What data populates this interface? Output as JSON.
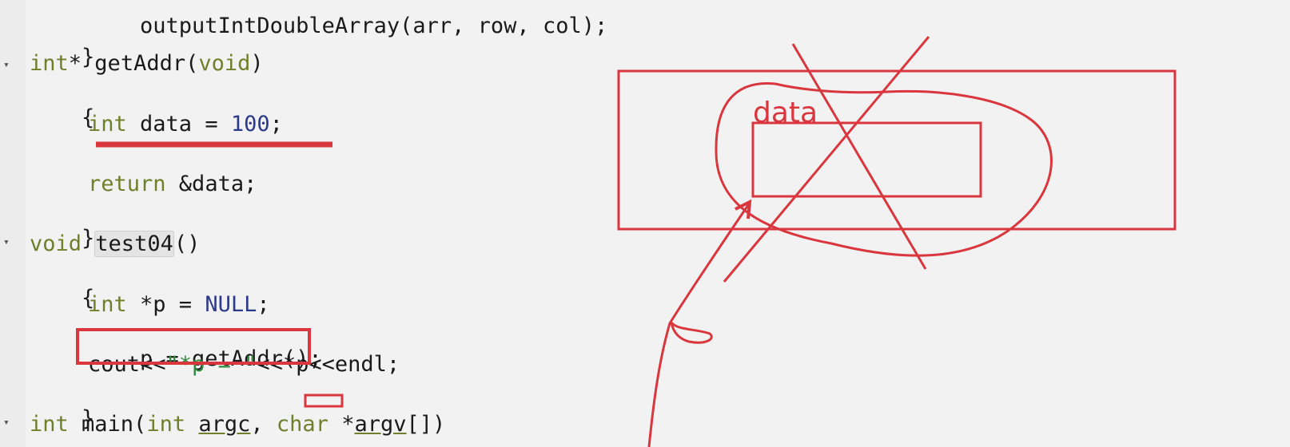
{
  "code": {
    "l0_text": "outputIntDoubleArray(arr, row, col);",
    "l1_brace": "}",
    "l2_kw": "int",
    "l2_star": "*",
    "l2_name": " getAddr(",
    "l2_param": "void",
    "l2_close": ")",
    "l3_brace": "{",
    "l4_kw": "int",
    "l4_mid": " data = ",
    "l4_num": "100",
    "l4_semi": ";",
    "l6_kw": "return",
    "l6_rest": " &data;",
    "l7_brace": "}",
    "l8_kw": "void",
    "l8_sp": " ",
    "l8_name": "test04",
    "l8_paren": "()",
    "l9_brace": "{",
    "l10_kw": "int",
    "l10_mid": " *p = ",
    "l10_null": "NULL",
    "l10_semi": ";",
    "l11_text": "p = getAddr();",
    "l12_pre": "cout<<",
    "l12_str": "\"*p = \"",
    "l12_post": "<<*p<<endl;",
    "l13_brace": "}",
    "l14_kw1": "int",
    "l14_main": " main(",
    "l14_kw2": "int",
    "l14_argc_sp": " ",
    "l14_argc": "argc",
    "l14_comma": ", ",
    "l14_kw3": "char",
    "l14_argv_pre": " *",
    "l14_argv": "argv",
    "l14_end": "[])"
  },
  "fold_glyph": "▾",
  "annotation": {
    "label": "data",
    "color": "#d9363e"
  },
  "colors": {
    "keyword": "#6f7f2b",
    "number": "#2c3a8c",
    "string": "#2e8b3e",
    "background": "#f2f2f2"
  }
}
